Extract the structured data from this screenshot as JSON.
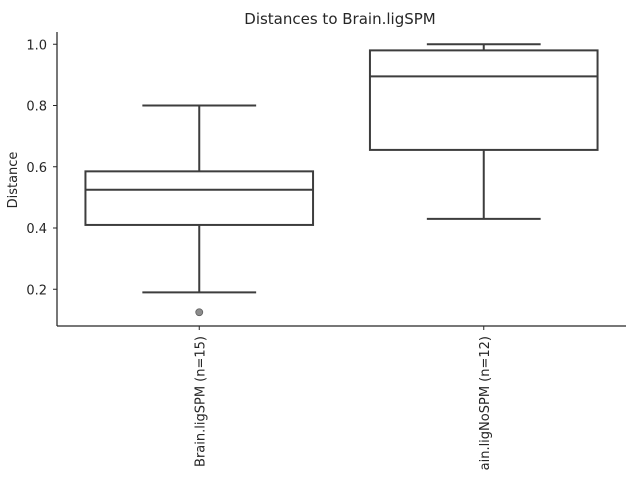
{
  "chart_data": {
    "type": "box",
    "title": "Distances to Brain.ligSPM",
    "xlabel": "",
    "ylabel": "Distance",
    "ylim": [
      0.08,
      1.04
    ],
    "yticks": [
      0.2,
      0.4,
      0.6,
      0.8,
      1.0
    ],
    "ytick_labels": [
      "0.2",
      "0.4",
      "0.6",
      "0.8",
      "1.0"
    ],
    "grid": false,
    "categories": [
      "Brain.ligSPM (n=15)",
      "ain.ligNoSPM (n=12)"
    ],
    "boxes": [
      {
        "whisker_low": 0.19,
        "q1": 0.41,
        "median": 0.525,
        "q3": 0.585,
        "whisker_high": 0.8,
        "fliers": [
          0.125
        ]
      },
      {
        "whisker_low": 0.43,
        "q1": 0.655,
        "median": 0.895,
        "q3": 0.98,
        "whisker_high": 1.0,
        "fliers": []
      }
    ],
    "colors": {
      "box_edge": "#3d3d3d",
      "box_fill": "#ffffff",
      "flier": "#8c8c8c",
      "text": "#262626"
    }
  }
}
